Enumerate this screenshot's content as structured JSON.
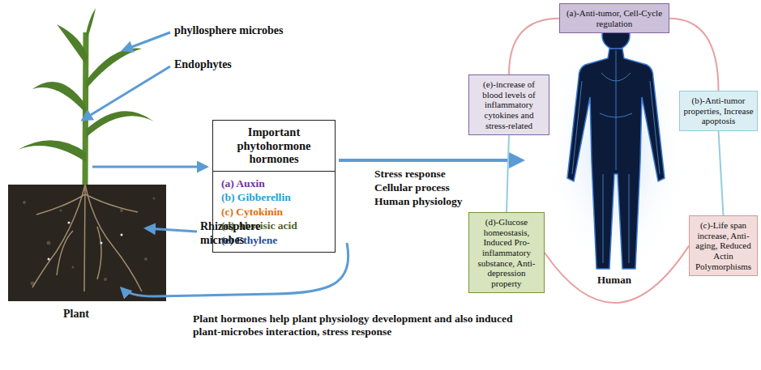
{
  "diagram": {
    "nodes": [
      {
        "text": [
          "Important phytohormone hormones"
        ]
      },
      {
        "text": [
          "(a) Auxin",
          "(b) Gibberellin",
          "(c) Cytokinin",
          "(d) Abscisic acid",
          "(e) Ethylene"
        ]
      },
      {
        "text": [
          "(a)-Anti-tumor, Cell-Cycle regulation"
        ]
      },
      {
        "text": [
          "(b)-Anti-tumor properties, Increase apoptosis"
        ]
      },
      {
        "text": [
          "(c)-Life span increase, Anti-aging, Reduced Actin Polymorphisms"
        ]
      },
      {
        "text": [
          "(d)-Glucose homeostasis, Induced Pro-inflammatory substance, Anti-depression property"
        ]
      },
      {
        "text": [
          "(e)-increase of blood levels of inflammatory cytokines and stress-related"
        ]
      }
    ],
    "edges": [
      {
        "from": 2,
        "to": 3,
        "arrow": "none"
      },
      {
        "from": 3,
        "to": 4,
        "arrow": "none"
      },
      {
        "from": 4,
        "to": 5,
        "arrow": "none"
      },
      {
        "from": 5,
        "to": 6,
        "arrow": "none"
      },
      {
        "from": 6,
        "to": 2,
        "arrow": "none"
      }
    ],
    "labels": [
      "phyllosphere microbes",
      "Endophytes",
      "Rhizosphere microbes",
      "Plant",
      "Stress response",
      "Cellular process",
      "Human physiology",
      "Plant hormones help plant physiology development and also induced plant-microbes interaction, stress response",
      "Human"
    ]
  }
}
